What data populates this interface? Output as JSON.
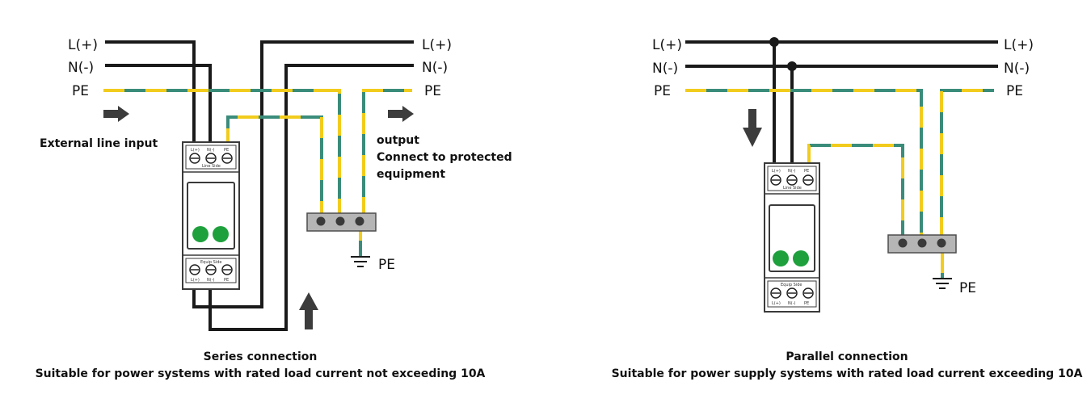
{
  "lines": {
    "live": "L(+)",
    "neutral": "N(-)",
    "earth": "PE"
  },
  "ground_label": "PE",
  "series": {
    "input_label": "External line input",
    "output_title": "output",
    "output_line1": "Connect to protected",
    "output_line2": "equipment",
    "caption_title": "Series connection",
    "caption_sub": "Suitable for power systems with rated load current not exceeding 10A"
  },
  "parallel": {
    "caption_title": "Parallel connection",
    "caption_sub": "Suitable for power supply systems with rated load current exceeding 10A"
  },
  "device": {
    "top_terms": [
      "L(+)",
      "N(-)",
      "PE"
    ],
    "top_side": "Line Side",
    "bottom_side": "Equip Side",
    "bottom_terms": [
      "L(+)",
      "N(-)",
      "PE"
    ]
  },
  "colors": {
    "wire": "#1a1a1a",
    "earth_green": "#3a8c7a",
    "earth_yellow": "#f2cc1d",
    "indicator": "#1ea03c",
    "busbar": "#b5b5b5",
    "arrow": "#3c3c3c"
  }
}
